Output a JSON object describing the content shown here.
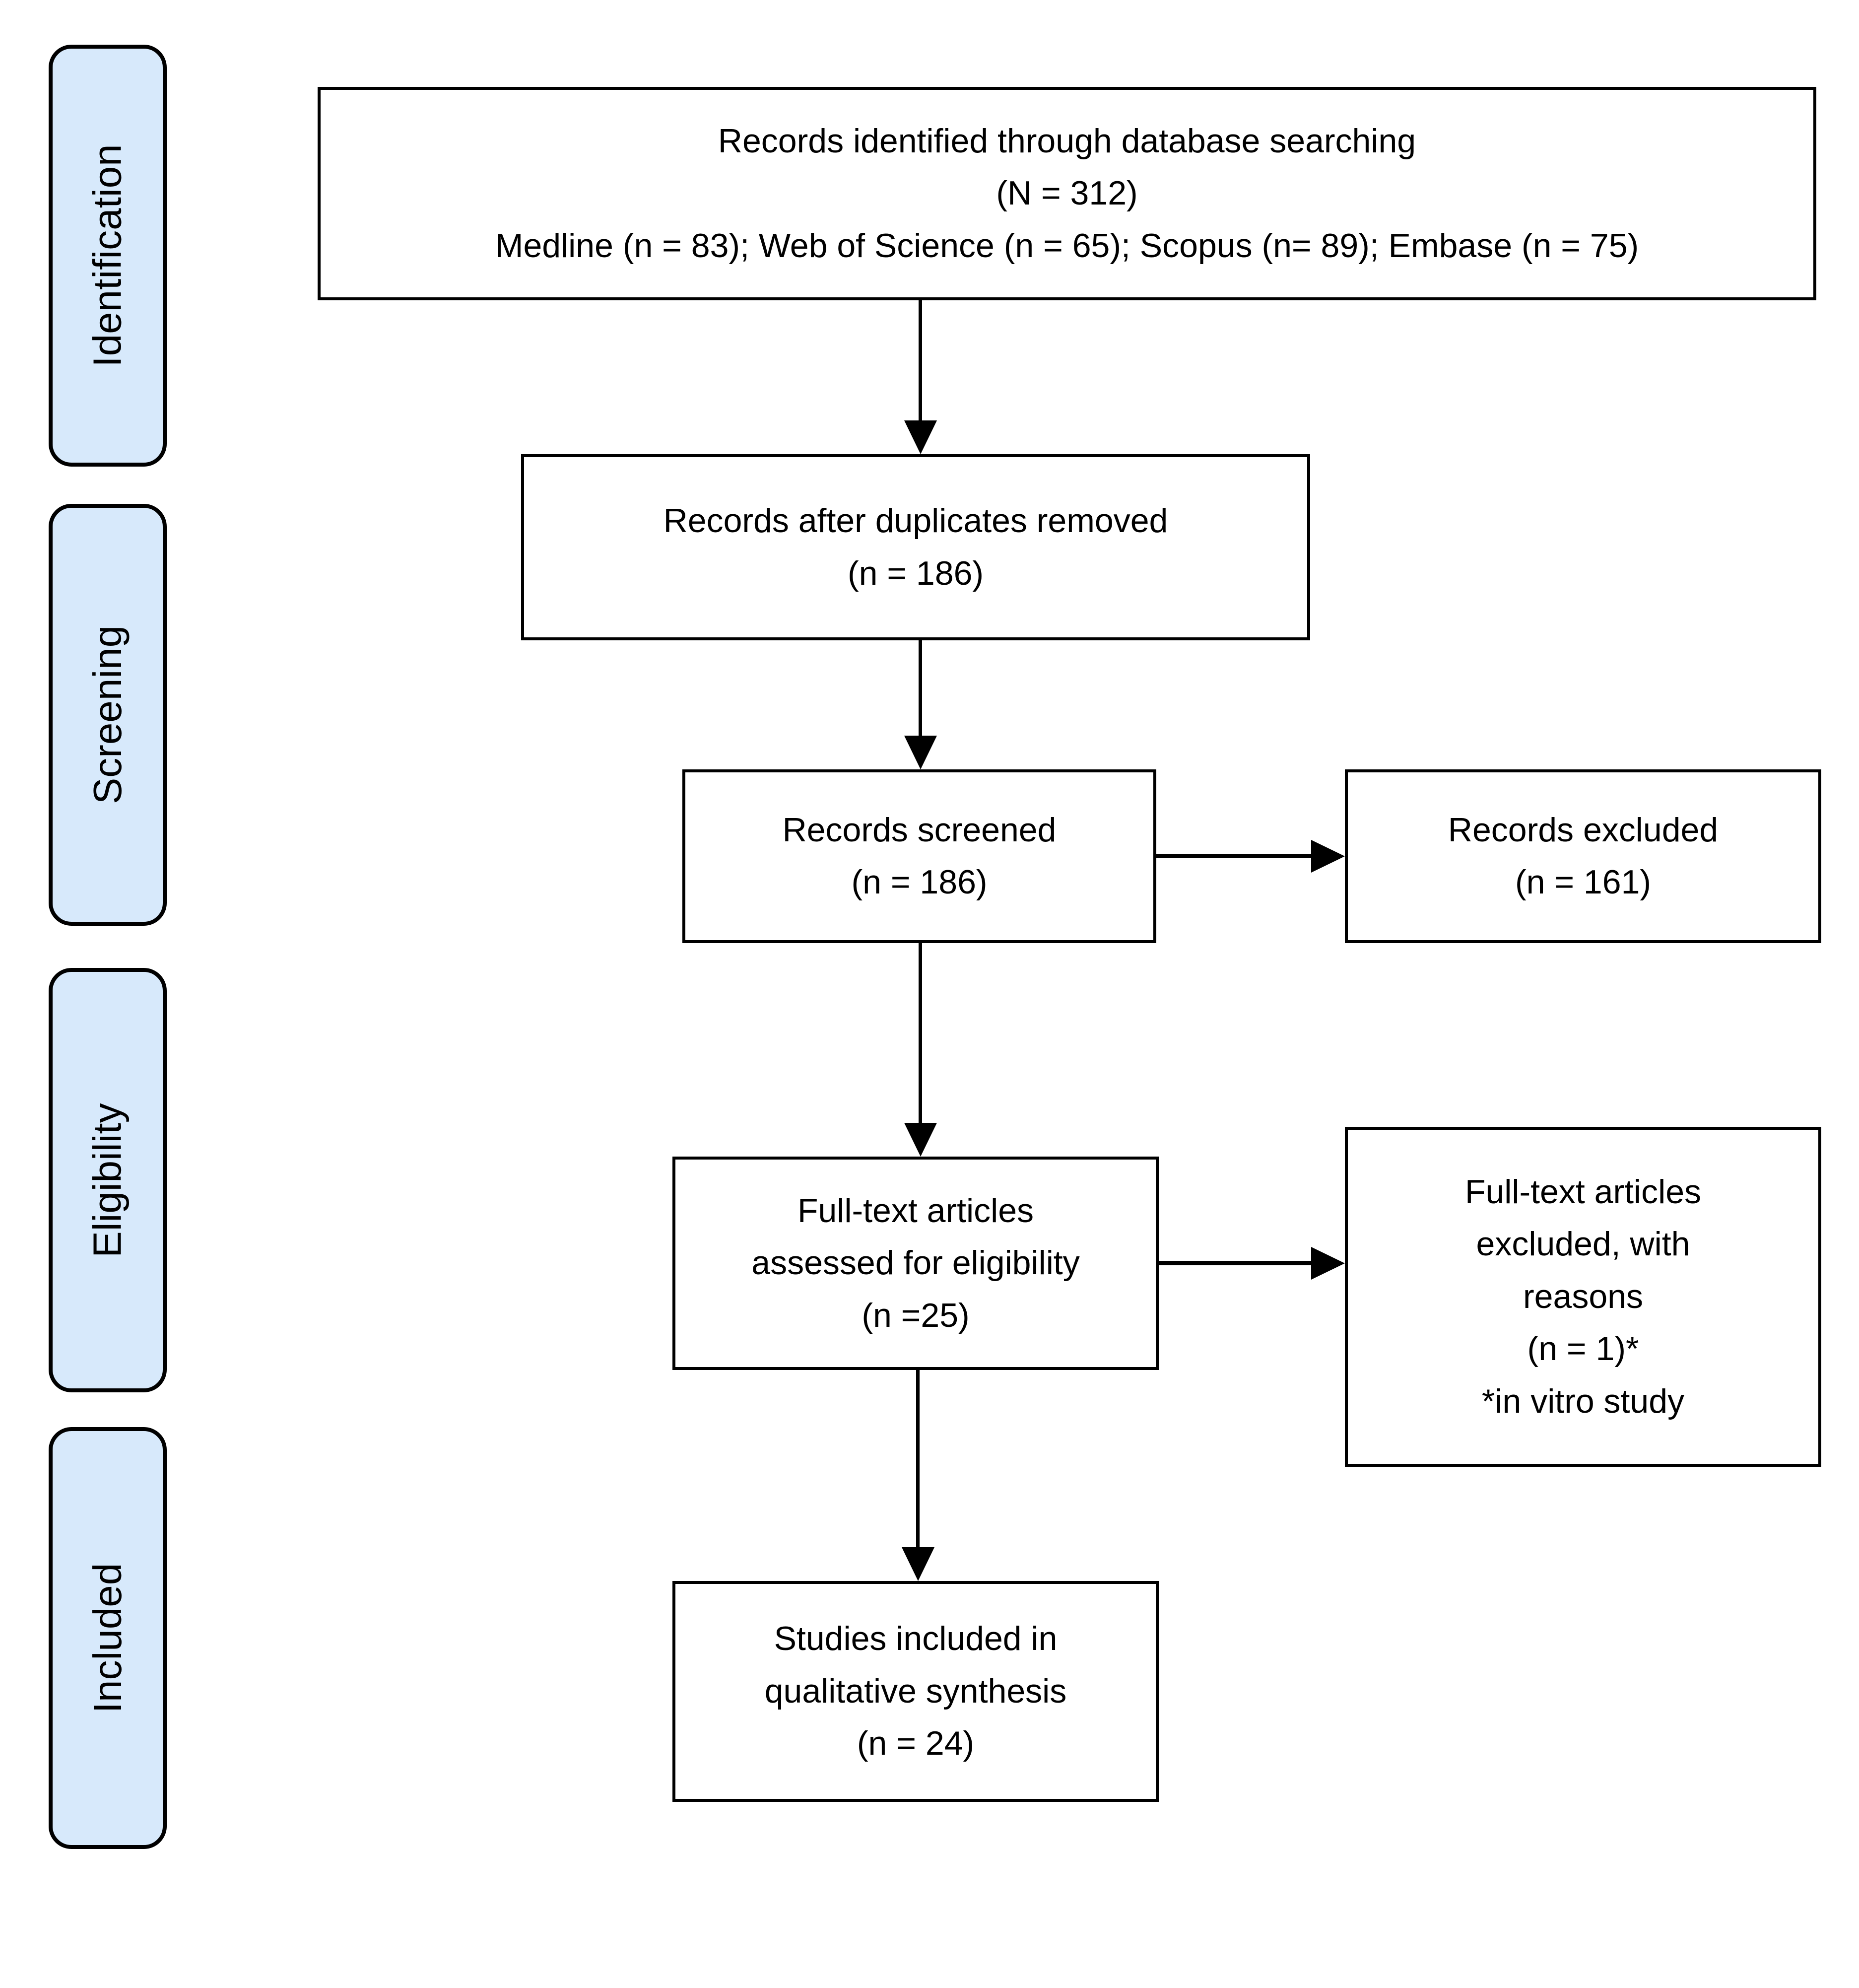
{
  "colors": {
    "stage_fill": "#D7E9FB",
    "stage_border": "#000000",
    "node_fill": "#FFFFFF",
    "node_border": "#000000",
    "arrow_color": "#000000",
    "text_color": "#000000",
    "background": "#FFFFFF"
  },
  "stages": [
    {
      "label": "Identification"
    },
    {
      "label": "Screening"
    },
    {
      "label": "Eligibility"
    },
    {
      "label": "Included"
    }
  ],
  "nodes": {
    "identified": {
      "lines": [
        "Records identified through database searching",
        "(N = 312)",
        "Medline (n = 83); Web of Science (n = 65); Scopus (n= 89); Embase (n = 75)"
      ]
    },
    "deduplicated": {
      "lines": [
        "Records after duplicates removed",
        "(n = 186)"
      ]
    },
    "screened": {
      "lines": [
        "Records screened",
        "(n = 186)"
      ]
    },
    "records_excluded": {
      "lines": [
        "Records excluded",
        "(n = 161)"
      ]
    },
    "fulltext_assessed": {
      "lines": [
        "Full-text articles",
        "assessed for eligibility",
        "(n =25)"
      ]
    },
    "fulltext_excluded": {
      "lines": [
        "Full-text articles",
        "excluded, with",
        "reasons",
        "(n = 1)*",
        "*in vitro study"
      ]
    },
    "included_qualitative": {
      "lines": [
        "Studies included in",
        "qualitative synthesis",
        "(n = 24)"
      ]
    }
  }
}
